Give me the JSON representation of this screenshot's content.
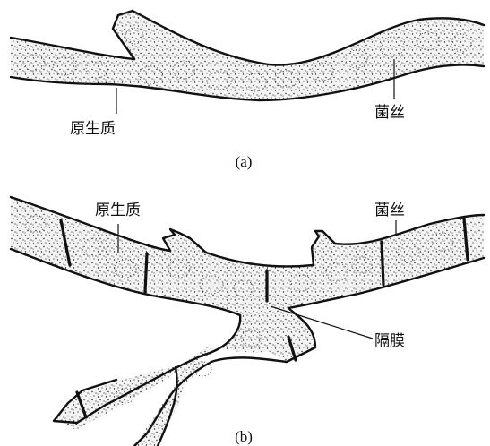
{
  "panel_a": {
    "caption": "(a)",
    "labels": {
      "protoplasm": "原生质",
      "hypha": "菌丝"
    }
  },
  "panel_b": {
    "caption": "(b)",
    "labels": {
      "protoplasm": "原生质",
      "hypha": "菌丝",
      "septum": "隔膜"
    }
  },
  "colors": {
    "outline": "#111111",
    "stipple": "#222222",
    "background": "#ffffff"
  }
}
